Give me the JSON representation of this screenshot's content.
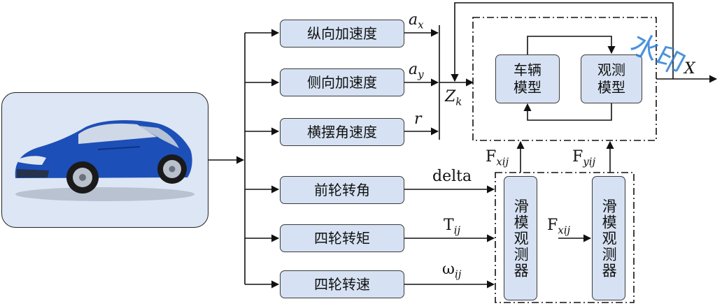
{
  "inputs": {
    "longitudinal_accel": "纵向加速度",
    "lateral_accel": "侧向加速度",
    "yaw_rate": "横摆角速度",
    "front_wheel_angle": "前轮转角",
    "wheel_torque": "四轮转矩",
    "wheel_speed": "四轮转速"
  },
  "signals": {
    "ax_base": "a",
    "ax_sub": "x",
    "ay_base": "a",
    "ay_sub": "y",
    "r": "r",
    "zk_base": "Z",
    "zk_sub": "k",
    "delta": "delta",
    "tij_base": "T",
    "tij_sub": "ij",
    "wij_base": "ω",
    "wij_sub": "ij",
    "fx_up_base": "F",
    "fx_up_sub": "xij",
    "fy_up_base": "F",
    "fy_up_sub": "yij",
    "fx_mid_base": "F",
    "fx_mid_sub": "xij",
    "x_out": "X"
  },
  "models": {
    "vehicle_model": "车辆\n模型",
    "observation_model": "观测\n模型"
  },
  "observers": {
    "smo_1": "滑模观测器",
    "smo_2": "滑模观测器"
  },
  "watermark": "水印",
  "colors": {
    "box_fill": "#d6e2f3",
    "line": "#111111",
    "car_body": "#1d4fb8",
    "watermark": "#2c7fd6"
  }
}
